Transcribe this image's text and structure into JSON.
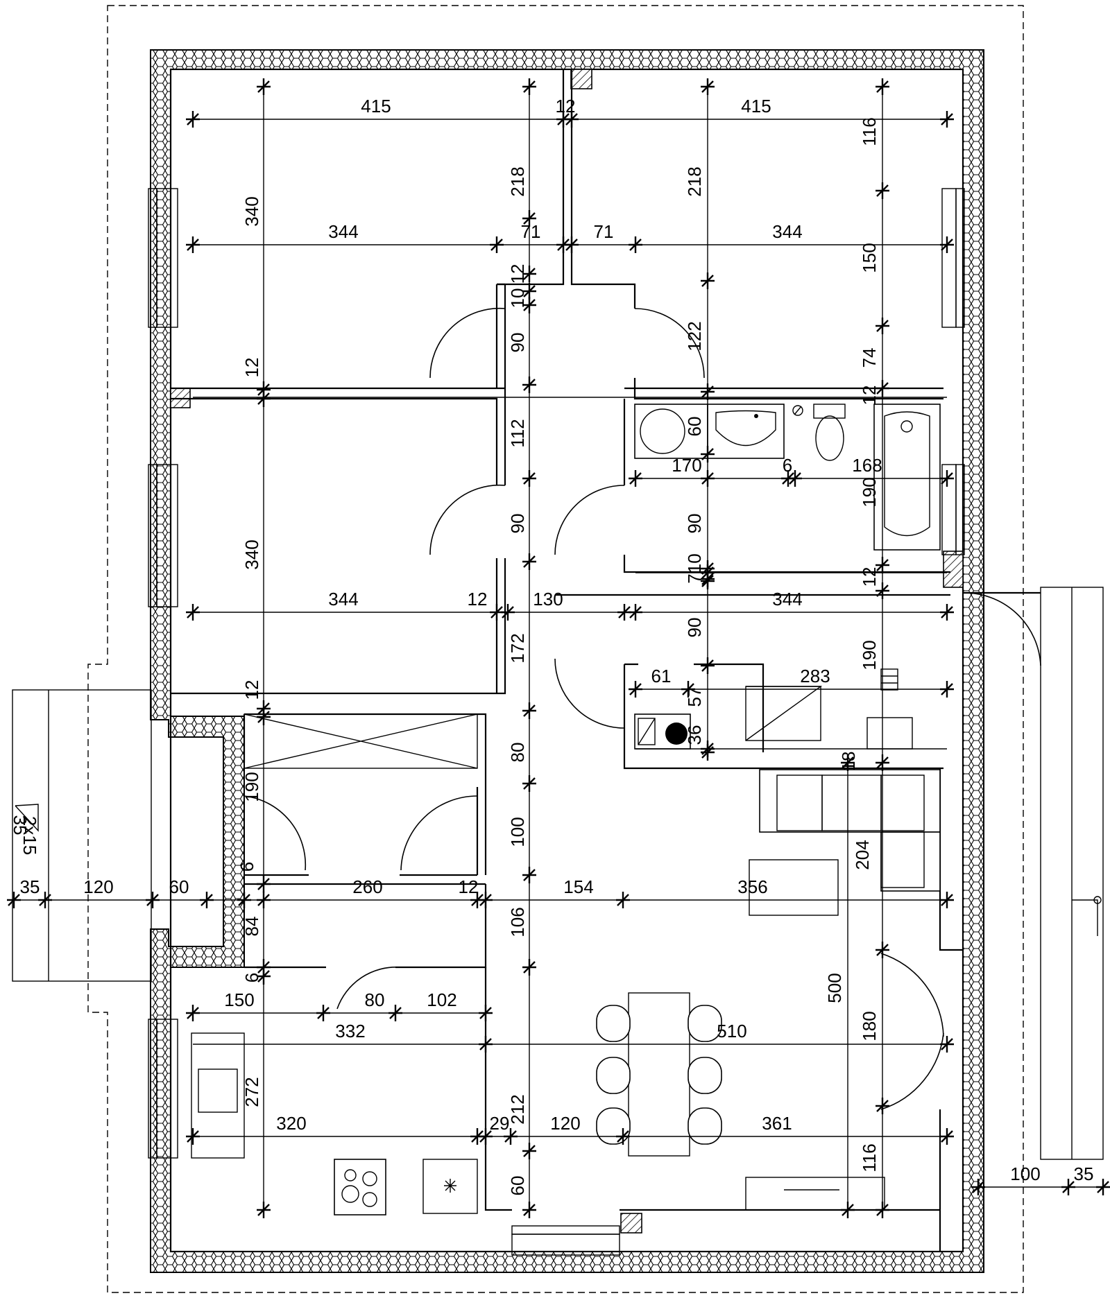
{
  "plan": {
    "dimension_labels": [
      "415",
      "12",
      "415",
      "116",
      "218",
      "218",
      "340",
      "344",
      "71",
      "71",
      "344",
      "150",
      "12",
      "10",
      "90",
      "122",
      "74",
      "12",
      "12",
      "112",
      "60",
      "170",
      "6",
      "168",
      "190",
      "340",
      "90",
      "90",
      "710",
      "12",
      "344",
      "12",
      "130",
      "344",
      "172",
      "90",
      "190",
      "61",
      "57",
      "283",
      "12",
      "36",
      "18",
      "80",
      "190",
      "100",
      "204",
      "2x15",
      "35",
      "35",
      "120",
      "60",
      "6",
      "260",
      "12",
      "154",
      "356",
      "84",
      "106",
      "6",
      "150",
      "80",
      "102",
      "500",
      "332",
      "510",
      "180",
      "272",
      "212",
      "320",
      "29",
      "120",
      "361",
      "116",
      "100",
      "35",
      "60"
    ]
  }
}
